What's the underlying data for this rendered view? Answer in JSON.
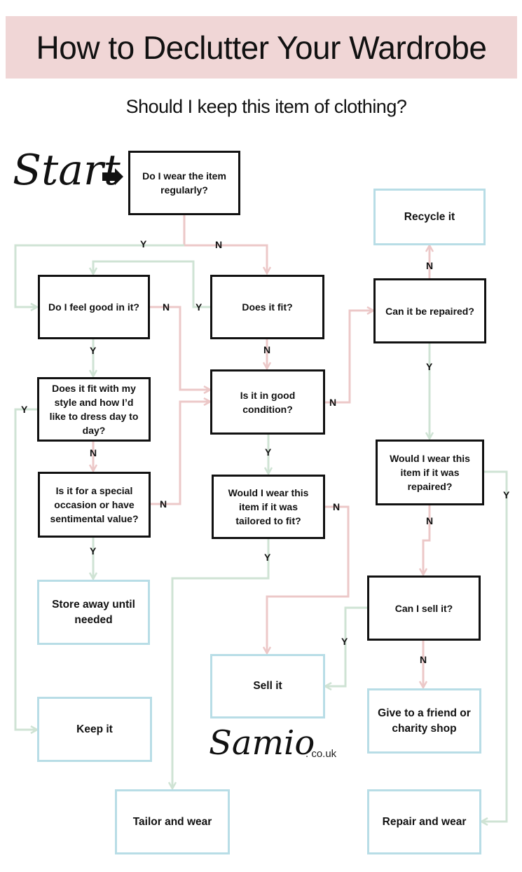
{
  "header": {
    "title": "How to Declutter Your Wardrobe",
    "subtitle": "Should I keep this item of clothing?"
  },
  "start_label": "Start",
  "branding": {
    "logo": "Samio",
    "domain": ". co.uk"
  },
  "colors": {
    "banner": "#f0d6d6",
    "yes_line": "#cfe3d4",
    "no_line": "#ecc8c8",
    "question_border": "#111111",
    "outcome_border": "#b8dde6"
  },
  "questions": {
    "wear_regularly": "Do I wear the item regularly?",
    "feel_good": "Do I feel good in it?",
    "fits": "Does it fit?",
    "fit_style": "Does it fit with my style and how I’d like to dress day to day?",
    "good_condition": "Is it in good condition?",
    "special_occasion": "Is it for a special occasion or have sentimental value?",
    "wear_if_tailored": "Would I wear this item if it was tailored to fit?",
    "can_repair": "Can it be repaired?",
    "wear_if_repaired": "Would I wear this item if it was repaired?",
    "can_sell": "Can I sell it?"
  },
  "outcomes": {
    "recycle": "Recycle it",
    "store_away": "Store away until needed",
    "keep": "Keep it",
    "sell": "Sell it",
    "give_away": "Give to a friend or charity shop",
    "tailor": "Tailor and wear",
    "repair": "Repair and wear"
  },
  "labels": {
    "yes": "Y",
    "no": "N"
  }
}
